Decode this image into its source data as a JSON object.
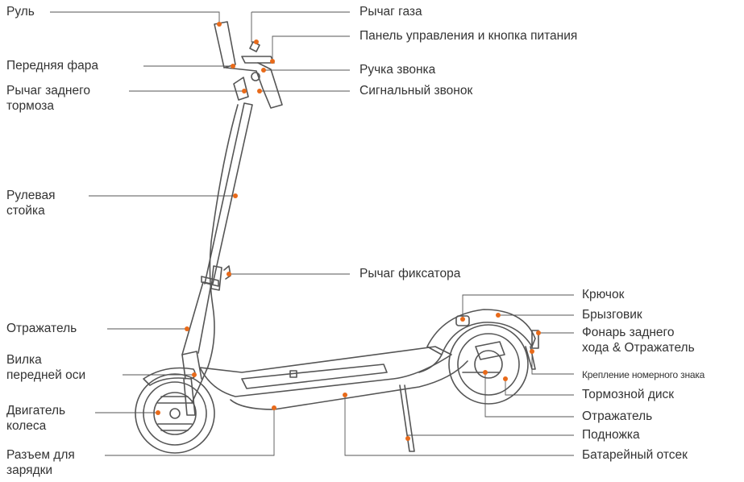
{
  "diagram": {
    "accent_color": "#e86a1a",
    "line_color": "#555555",
    "labels": {
      "handlebar": "Руль",
      "throttle": "Рычаг газа",
      "dashboard": "Панель управления и кнопка питания",
      "headlight": "Передняя фара",
      "bell_lever": "Ручка звонка",
      "rear_brake_lever_1": "Рычаг заднего",
      "rear_brake_lever_2": "тормоза",
      "bell": "Сигнальный звонок",
      "stem_1": "Рулевая",
      "stem_2": "стойка",
      "folding_lever": "Рычаг фиксатора",
      "hook": "Крючок",
      "mudguard": "Брызговик",
      "taillight_1": "Фонарь заднего",
      "taillight_2": "хода & Отражатель",
      "front_reflector": "Отражатель",
      "fork_1": "Вилка",
      "fork_2": "передней оси",
      "plate_mount": "Крепление номерного знака",
      "hub_motor_1": "Двигатель",
      "hub_motor_2": "колеса",
      "brake_disc": "Тормозной диск",
      "rear_reflector": "Отражатель",
      "kickstand": "Подножка",
      "charging_port_1": "Разъем для",
      "charging_port_2": "зарядки",
      "battery": "Батарейный отсек"
    }
  }
}
